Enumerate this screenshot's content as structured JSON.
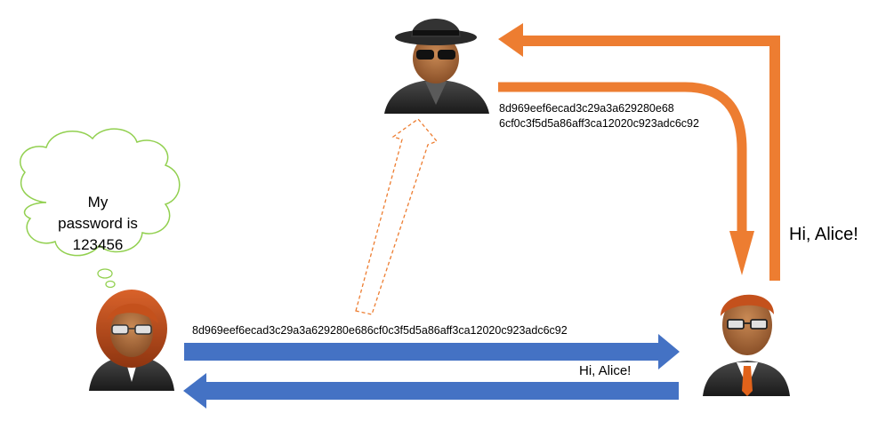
{
  "thought": {
    "line1": "My",
    "line2": "password is",
    "line3": "123456"
  },
  "hacker_hash": {
    "line1": "8d969eef6ecad3c29a3a629280e68",
    "line2": "6cf0c3f5d5a86aff3ca12020c923adc6c92"
  },
  "forward_message": "8d969eef6ecad3c29a3a629280e686cf0c3f5d5a86aff3ca12020c923adc6c92",
  "reply_message": "Hi, Alice!",
  "side_reply": "Hi, Alice!",
  "colors": {
    "blue_arrow": "#4472c4",
    "orange_arrow": "#ed7d31",
    "cloud_fill": "#ffffff",
    "cloud_stroke": "#92d050"
  },
  "icons": [
    "woman-user-icon",
    "man-user-icon",
    "spy-hacker-icon",
    "thought-cloud-icon"
  ]
}
